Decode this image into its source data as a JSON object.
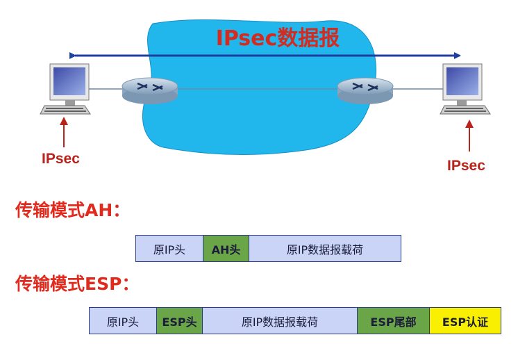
{
  "diagram": {
    "title": "IPsec数据报",
    "left_host_label": "IPsec",
    "right_host_label": "IPsec",
    "colors": {
      "cloud": "#21b6ec",
      "arrow": "#1c3fa0",
      "label_red": "#d42a20",
      "segment_blue": "#c9d4f6",
      "segment_green": "#6aa547",
      "segment_yellow": "#f8f000"
    },
    "icons": [
      "computer-icon",
      "router-icon",
      "cloud-icon",
      "double-arrow-icon"
    ]
  },
  "modes": {
    "ah": {
      "label": "传输模式AH：",
      "segments": [
        "原IP头",
        "AH头",
        "原IP数据报载荷"
      ]
    },
    "esp": {
      "label": "传输模式ESP：",
      "segments": [
        "原IP头",
        "ESP头",
        "原IP数据报载荷",
        "ESP尾部",
        "ESP认证"
      ]
    }
  }
}
